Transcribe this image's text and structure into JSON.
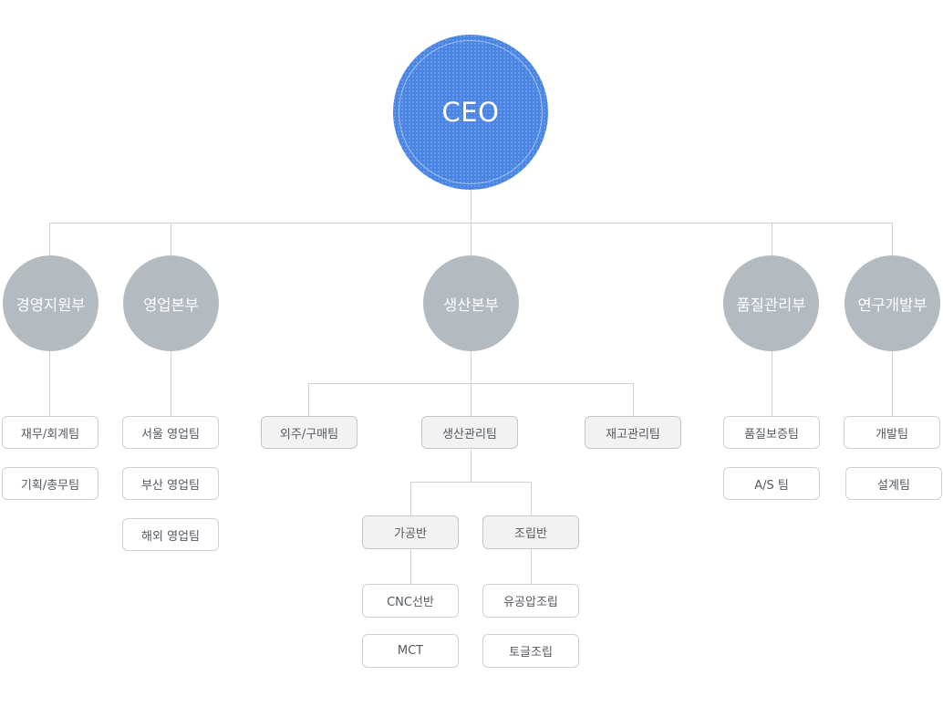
{
  "ceo": {
    "label": "CEO"
  },
  "departments": [
    {
      "name": "경영지원부",
      "teams": [
        "재무/회계팀",
        "기획/총무팀"
      ]
    },
    {
      "name": "영업본부",
      "teams": [
        "서울 영업팀",
        "부산 영업팀",
        "해외 영업팀"
      ]
    },
    {
      "name": "생산본부",
      "teams": [
        "외주/구매팀",
        "생산관리팀",
        "재고관리팀"
      ],
      "sub_units": [
        {
          "name": "가공반",
          "items": [
            "CNC선반",
            "MCT"
          ]
        },
        {
          "name": "조립반",
          "items": [
            "유공압조립",
            "토글조립"
          ]
        }
      ]
    },
    {
      "name": "품질관리부",
      "teams": [
        "품질보증팀",
        "A/S 팀"
      ]
    },
    {
      "name": "연구개발부",
      "teams": [
        "개발팀",
        "설계팀"
      ]
    }
  ],
  "colors": {
    "ceo_fill": "#4a85e4",
    "department_fill": "#b3bac0",
    "connector": "#cfd1d4",
    "team_text": "#555a60",
    "highlight_box": "#f2f2f2"
  }
}
